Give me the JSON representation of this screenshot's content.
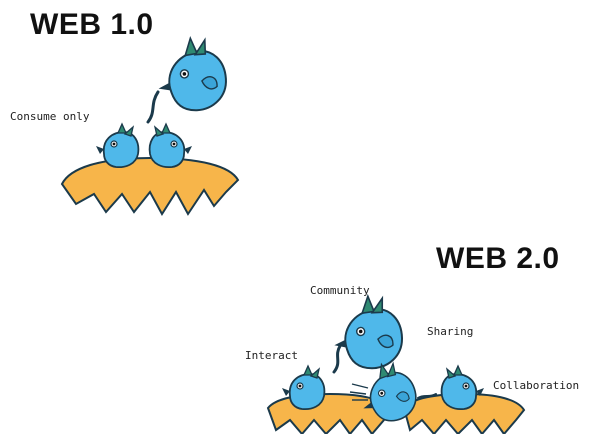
{
  "web1": {
    "title": "WEB 1.0",
    "label_consume": "Consume only"
  },
  "web2": {
    "title": "WEB 2.0",
    "label_community": "Community",
    "label_sharing": "Sharing",
    "label_interact": "Interact",
    "label_collaboration": "Collaboration"
  },
  "colors": {
    "bird_blue": "#4fb8ea",
    "bird_outline": "#1b3a4b",
    "nest_orange": "#f7b54a",
    "feather_green": "#2f8a72",
    "text_dark": "#111111"
  },
  "icons": [
    "bird-icon",
    "nest-icon",
    "worm-icon"
  ]
}
